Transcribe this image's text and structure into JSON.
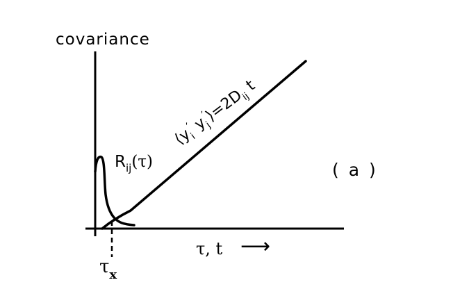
{
  "figure": {
    "y_axis_label": "covariance",
    "x_axis_label": "τ, t",
    "x_axis_arrow": "⟶",
    "tick_label": "τ",
    "tick_label_sub": "x",
    "panel_label": "( a )",
    "curve_r": {
      "base": "R",
      "sub": "ij",
      "arg": "(τ)"
    },
    "curve_line": {
      "lhs_open": "⟨y",
      "lhs_i_sub": "i",
      "prime": "′",
      "lhs_mid": " y",
      "lhs_j_sub": "j",
      "lhs_close": "⟩",
      "eq": "=2D",
      "rhs_sub": "ij",
      "rhs_var": " t"
    },
    "ink_color": "#000000",
    "background_color": "#ffffff"
  }
}
